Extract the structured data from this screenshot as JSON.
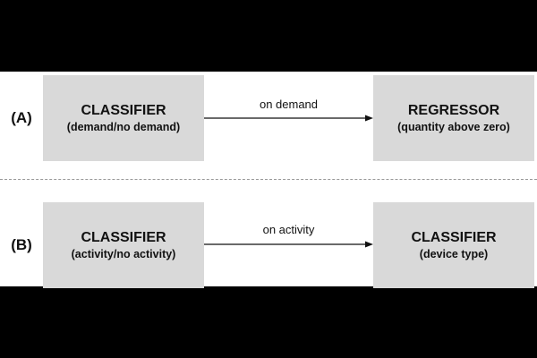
{
  "diagram": {
    "row_a": {
      "label": "(A)",
      "left_box": {
        "title": "CLASSIFIER",
        "subtitle": "(demand/no demand)"
      },
      "arrow_label": "on demand",
      "right_box": {
        "title": "REGRESSOR",
        "subtitle": "(quantity above zero)"
      }
    },
    "row_b": {
      "label": "(B)",
      "left_box": {
        "title": "CLASSIFIER",
        "subtitle": "(activity/no activity)"
      },
      "arrow_label": "on activity",
      "right_box": {
        "title": "CLASSIFIER",
        "subtitle": "(device type)"
      }
    }
  },
  "colors": {
    "background": "#000000",
    "panel": "#ffffff",
    "box_fill": "#d9d9d9",
    "text": "#111111",
    "divider": "#9a9a9a"
  }
}
